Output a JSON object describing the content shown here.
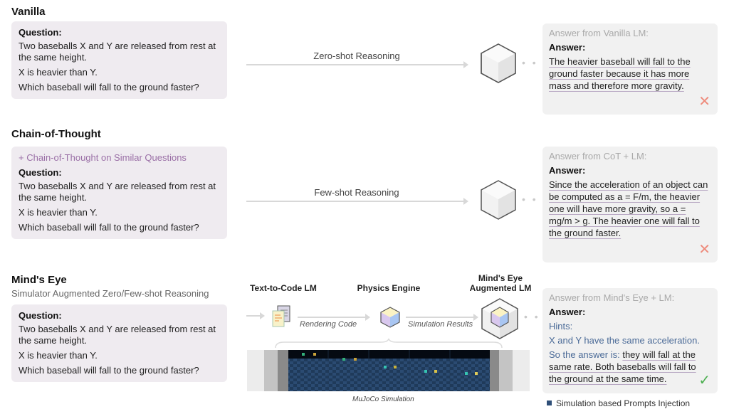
{
  "question": {
    "header": "Question:",
    "lines": [
      "Two baseballs X and Y are released from rest at the same height.",
      "X is heavier than Y.",
      "Which baseball will fall to the ground faster?"
    ]
  },
  "vanilla": {
    "title": "Vanilla",
    "arrow_label": "Zero-shot Reasoning",
    "answer_from": "Answer from Vanilla LM:",
    "answer_header": "Answer:",
    "answer_text": "The heavier baseball will fall to the ground faster because it has more mass and therefore more gravity.",
    "verdict_icon": "cross-icon",
    "verdict_color": "#ee8b7c"
  },
  "cot": {
    "title": "Chain-of-Thought",
    "prefix": "+ Chain-of-Thought on Similar Questions",
    "arrow_label": "Few-shot Reasoning",
    "answer_from": "Answer from CoT + LM:",
    "answer_header": "Answer:",
    "answer_text": "Since the acceleration of an object can be computed as a = F/m, the heavier one will have more gravity, so a = mg/m > g. The heavier one will fall to the ground faster.",
    "verdict_icon": "cross-icon",
    "verdict_color": "#ee8b7c"
  },
  "minds_eye": {
    "title": "Mind's Eye",
    "subtitle": "Simulator Augmented Zero/Few-shot Reasoning",
    "stages": {
      "text_to_code": "Text-to-Code LM",
      "physics_engine": "Physics Engine",
      "augmented_lm_line1": "Mind's Eye",
      "augmented_lm_line2": "Augmented LM"
    },
    "arrow_rendering": "Rendering Code",
    "arrow_simulation": "Simulation Results",
    "sim_caption": "MuJoCo Simulation",
    "answer_from": "Answer from Mind's Eye + LM:",
    "answer_header": "Answer:",
    "hints_label": "Hints:",
    "hint_text": "X and Y have the same acceleration.",
    "so_answer": "So the answer is:",
    "answer_text": "they will fall at the same rate. Both baseballs will fall to the ground at the same time.",
    "verdict_icon": "check-icon",
    "verdict_color": "#4caf50",
    "legend": "Simulation based Prompts Injection",
    "legend_color": "#2f4f78"
  },
  "glyphs": {
    "cross": "✕",
    "check": "✓",
    "dots": "• • •"
  }
}
